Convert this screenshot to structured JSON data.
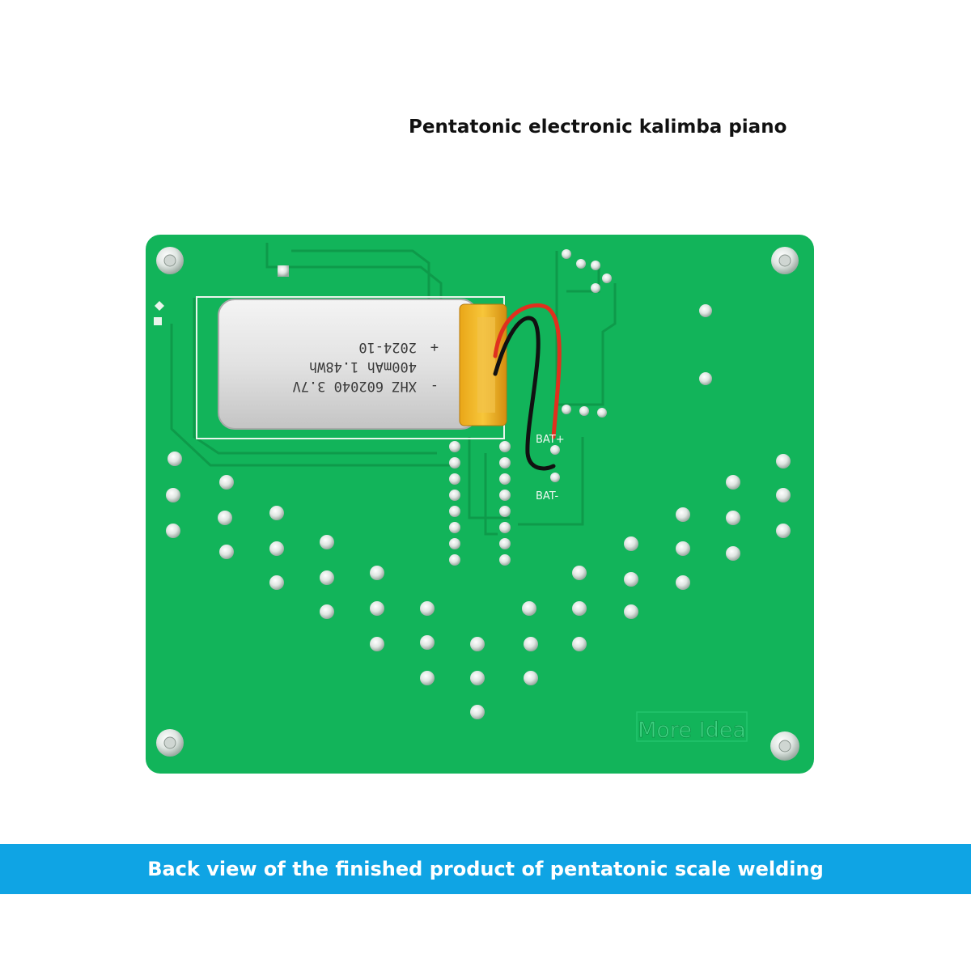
{
  "header": {
    "title": "Pentatonic electronic kalimba piano"
  },
  "board": {
    "color": "#12b45a",
    "trace_color": "#0e9a4a",
    "battery": {
      "line1": "XHZ 602040 3.7V",
      "line2": "400mAh 1.48Wh",
      "line3": "2024-10",
      "minus": "-",
      "plus": "+"
    },
    "labels": {
      "bat_plus": "BAT+",
      "bat_minus": "BAT-"
    },
    "logo": "More Idea",
    "wire_colors": {
      "red": "#e0301e",
      "black": "#111111"
    }
  },
  "footer": {
    "caption": "Back view of the finished product of pentatonic scale welding",
    "color": "#0fa4e4"
  }
}
